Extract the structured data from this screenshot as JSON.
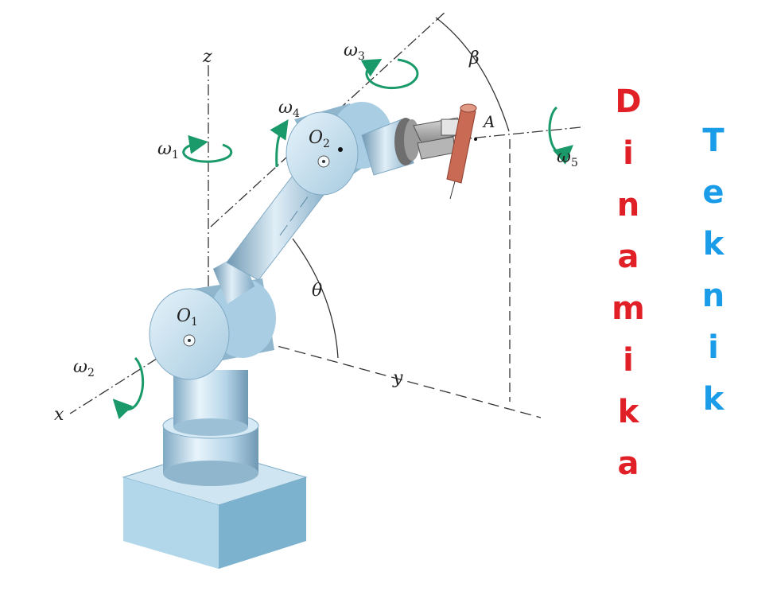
{
  "figure": {
    "labels": {
      "z": "z",
      "x": "x",
      "y": "y",
      "o1": {
        "base": "O",
        "sub": "1"
      },
      "o2": {
        "base": "O",
        "sub": "2"
      },
      "a": "A",
      "theta": "θ",
      "beta": "β",
      "omega1": {
        "base": "ω",
        "sub": "1"
      },
      "omega2": {
        "base": "ω",
        "sub": "2"
      },
      "omega3": {
        "base": "ω",
        "sub": "3"
      },
      "omega4": {
        "base": "ω",
        "sub": "4"
      },
      "omega5": {
        "base": "ω",
        "sub": "5"
      }
    }
  },
  "titles": {
    "word1": "Dinamika",
    "word2": "Teknik",
    "word1_color": "#e01f26",
    "word2_color": "#1b9ce8"
  },
  "colors": {
    "arm_blue": "#c9e3f1",
    "arm_dark": "#7fa9c4",
    "rotation_arrows": "#1a9a6a",
    "workpiece": "#c96a55"
  }
}
